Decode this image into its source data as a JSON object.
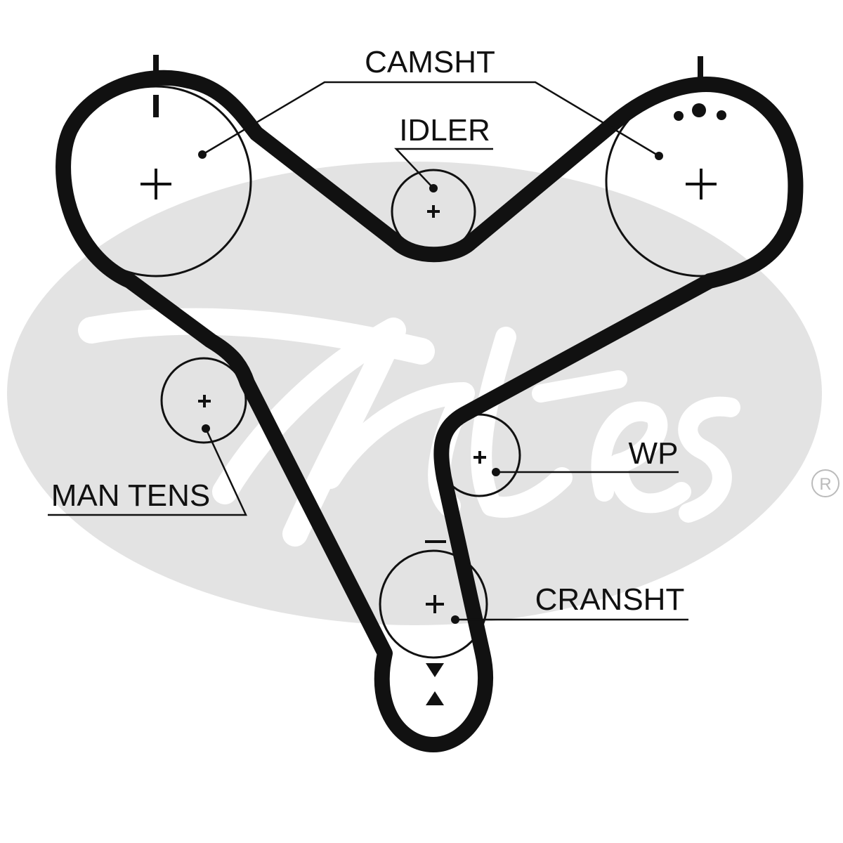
{
  "diagram": {
    "labels": {
      "camshaft": "CAMSHT",
      "idler": "IDLER",
      "manual_tensioner": "MAN TENS",
      "water_pump": "WP",
      "crankshaft": "CRANSHT"
    },
    "watermark": {
      "brand": "Gates",
      "registered_mark": "R"
    },
    "colors": {
      "belt": "#111111",
      "pulley_outline": "#111111",
      "watermark": "#e3e3e3",
      "background": "#ffffff"
    }
  }
}
